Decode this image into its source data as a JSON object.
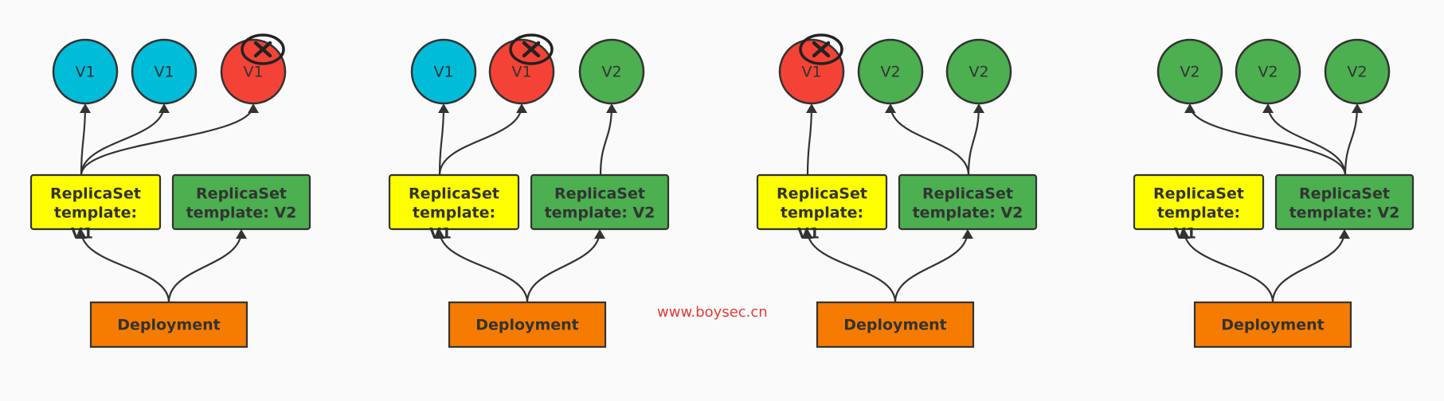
{
  "colors": {
    "background": "#fafafa",
    "pod_v1": "#00bcd9",
    "pod_terminating": "#f44336",
    "pod_v2": "#4caf50",
    "replicaset_v1": "#ffff00",
    "replicaset_v2": "#4caf50",
    "deployment": "#f57c00",
    "outline": "#333333",
    "watermark": "#e53935"
  },
  "watermark": "www.boysec.cn",
  "stages": [
    {
      "pods": [
        {
          "label": "V1",
          "state": "v1"
        },
        {
          "label": "V1",
          "state": "v1"
        },
        {
          "label": "V1",
          "state": "terminating"
        }
      ],
      "rs_old": {
        "line1": "ReplicaSet",
        "line2": "template:",
        "line3": "V1"
      },
      "rs_new": {
        "line1": "ReplicaSet",
        "line2": "template:  V2"
      },
      "deployment": "Deployment"
    },
    {
      "pods": [
        {
          "label": "V1",
          "state": "v1"
        },
        {
          "label": "V1",
          "state": "terminating"
        },
        {
          "label": "V2",
          "state": "v2"
        }
      ],
      "rs_old": {
        "line1": "ReplicaSet",
        "line2": "template:",
        "line3": "V1"
      },
      "rs_new": {
        "line1": "ReplicaSet",
        "line2": "template:  V2"
      },
      "deployment": "Deployment"
    },
    {
      "pods": [
        {
          "label": "V1",
          "state": "terminating"
        },
        {
          "label": "V2",
          "state": "v2"
        },
        {
          "label": "V2",
          "state": "v2"
        }
      ],
      "rs_old": {
        "line1": "ReplicaSet",
        "line2": "template:",
        "line3": "V1"
      },
      "rs_new": {
        "line1": "ReplicaSet",
        "line2": "template:  V2"
      },
      "deployment": "Deployment"
    },
    {
      "pods": [
        {
          "label": "V2",
          "state": "v2"
        },
        {
          "label": "V2",
          "state": "v2"
        },
        {
          "label": "V2",
          "state": "v2"
        }
      ],
      "rs_old": {
        "line1": "ReplicaSet",
        "line2": "template:",
        "line3": "V1"
      },
      "rs_new": {
        "line1": "ReplicaSet",
        "line2": "template:  V2"
      },
      "deployment": "Deployment"
    }
  ]
}
